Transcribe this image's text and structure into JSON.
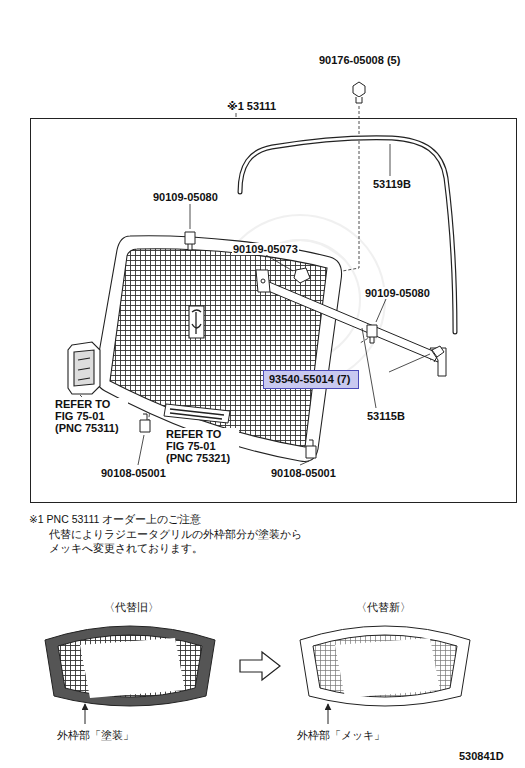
{
  "diagram": {
    "nodes": [
      {
        "text": [
          "※1 53111"
        ]
      },
      {
        "text": [
          "93540-55014 (7)"
        ],
        "in": 0
      }
    ],
    "labels": [
      "90176-05008 (5)",
      "53119B",
      "90109-05080",
      "90109-05073",
      "90109-05080",
      "53115B",
      "REFER TO FIG 75-01 (PNC 75311)",
      "REFER TO FIG 75-01 (PNC 75321)",
      "90108-05001",
      "90108-05001",
      "※1 PNC 53111 オーダー上のご注意",
      "代替によりラジエータグリルの外枠部分が塗装から メッキへ変更されております。",
      "〈代替旧〉",
      "〈代替新〉",
      "外枠部「塗装」",
      "外枠部「メッキ」",
      "530841D"
    ]
  }
}
